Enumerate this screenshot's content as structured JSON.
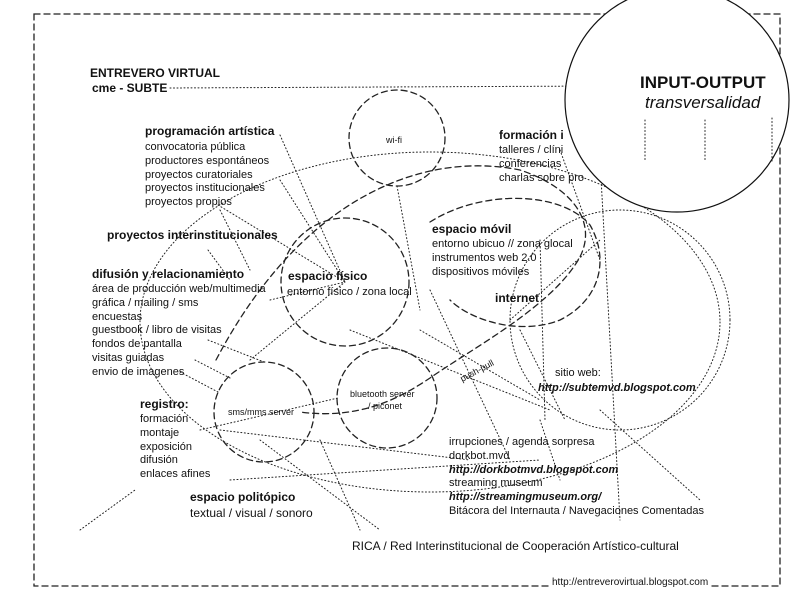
{
  "header": {
    "title": "ENTREVERO VIRTUAL",
    "subtitle": "cme - SUBTE"
  },
  "input_output": {
    "title": "INPUT-OUTPUT",
    "subtitle": "transversalidad"
  },
  "programacion": {
    "title": "programación artística",
    "items": [
      "convocatoria pública",
      "productores espontáneos",
      "proyectos curatoriales",
      "proyectos institucionales",
      "proyectos propios"
    ]
  },
  "proyectos_inter": {
    "title": "proyectos interinstitucionales"
  },
  "difusion": {
    "title": "difusión y relacionamiento",
    "items": [
      "área de producción web/multimedia",
      "gráfica / mailing / sms",
      "encuestas",
      "guestbook / libro de visitas",
      "fondos de pantalla",
      "visitas guiadas",
      "envio de imagenes"
    ]
  },
  "registro": {
    "title": "registro:",
    "items": [
      "formación",
      "montaje",
      "exposición",
      "difusión",
      "enlaces afines"
    ]
  },
  "espacio_politopico": {
    "title": "espacio politópico",
    "subtitle": "textual / visual / sonoro"
  },
  "formacion": {
    "title": "formación i",
    "items": [
      "talleres / clíni",
      "conferencias",
      "charlas sobre pro"
    ]
  },
  "espacio_movil": {
    "title": "espacio móvil",
    "items": [
      "entorno ubicuo // zona glocal",
      "instrumentos web 2.0",
      "dispositivos móviles"
    ]
  },
  "internet": {
    "title": "internet"
  },
  "espacio_fisico": {
    "title": "espacio físico",
    "subtitle": "entorno físico / zona local"
  },
  "nodes": {
    "wifi": "wi-fi",
    "sms": "sms/mms server",
    "bluetooth_1": "bluetooth server",
    "bluetooth_2": "/ piconet",
    "push_pull": "push-pull"
  },
  "sitio_web": {
    "label": "sitio web:",
    "url": "http://subtemvd.blogspot.com"
  },
  "irrupciones": {
    "items": [
      {
        "text": "irrupciones / agenda sorpresa",
        "style": "normal"
      },
      {
        "text": "dorkbot.mvd",
        "style": "normal"
      },
      {
        "text": "http://dorkbotmvd.blogspot.com",
        "style": "url"
      },
      {
        "text": "streaming museum",
        "style": "normal"
      },
      {
        "text": "http://streamingmuseum.org/",
        "style": "url"
      },
      {
        "text": "Bitácora del Internauta / Navegaciones Comentadas",
        "style": "normal"
      }
    ]
  },
  "rica": {
    "text": "RICA / Red Interinstitucional de Cooperación Artístico-cultural"
  },
  "footer": {
    "url": "http://entreverovirtual.blogspot.com"
  }
}
